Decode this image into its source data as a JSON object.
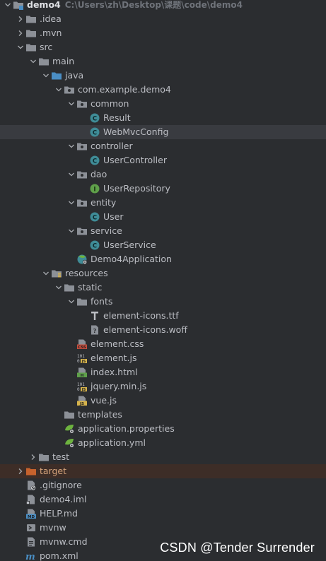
{
  "project": {
    "name": "demo4",
    "path": "C:\\Users\\zh\\Desktop\\课题\\code\\demo4"
  },
  "tree": [
    {
      "name": "demo4",
      "depth": 0,
      "icon": "module-folder-icon",
      "arrow": "down",
      "root": true
    },
    {
      "name": ".idea",
      "depth": 1,
      "icon": "folder-icon",
      "arrow": "right"
    },
    {
      "name": ".mvn",
      "depth": 1,
      "icon": "folder-icon",
      "arrow": "right"
    },
    {
      "name": "src",
      "depth": 1,
      "icon": "folder-icon",
      "arrow": "down"
    },
    {
      "name": "main",
      "depth": 2,
      "icon": "folder-icon",
      "arrow": "down"
    },
    {
      "name": "java",
      "depth": 3,
      "icon": "source-folder-icon",
      "arrow": "down"
    },
    {
      "name": "com.example.demo4",
      "depth": 4,
      "icon": "package-icon",
      "arrow": "down"
    },
    {
      "name": "common",
      "depth": 5,
      "icon": "package-icon",
      "arrow": "down"
    },
    {
      "name": "Result",
      "depth": 6,
      "icon": "class-icon",
      "arrow": ""
    },
    {
      "name": "WebMvcConfig",
      "depth": 6,
      "icon": "class-icon",
      "arrow": "",
      "selected": true
    },
    {
      "name": "controller",
      "depth": 5,
      "icon": "package-icon",
      "arrow": "down"
    },
    {
      "name": "UserController",
      "depth": 6,
      "icon": "class-icon",
      "arrow": ""
    },
    {
      "name": "dao",
      "depth": 5,
      "icon": "package-icon",
      "arrow": "down"
    },
    {
      "name": "UserRepository",
      "depth": 6,
      "icon": "interface-icon",
      "arrow": ""
    },
    {
      "name": "entity",
      "depth": 5,
      "icon": "package-icon",
      "arrow": "down"
    },
    {
      "name": "User",
      "depth": 6,
      "icon": "class-icon",
      "arrow": ""
    },
    {
      "name": "service",
      "depth": 5,
      "icon": "package-icon",
      "arrow": "down"
    },
    {
      "name": "UserService",
      "depth": 6,
      "icon": "class-icon",
      "arrow": ""
    },
    {
      "name": "Demo4Application",
      "depth": 5,
      "icon": "spring-boot-class-icon",
      "arrow": ""
    },
    {
      "name": "resources",
      "depth": 3,
      "icon": "resources-folder-icon",
      "arrow": "down"
    },
    {
      "name": "static",
      "depth": 4,
      "icon": "folder-icon",
      "arrow": "down"
    },
    {
      "name": "fonts",
      "depth": 5,
      "icon": "folder-icon",
      "arrow": "down"
    },
    {
      "name": "element-icons.ttf",
      "depth": 6,
      "icon": "font-file-icon",
      "arrow": ""
    },
    {
      "name": "element-icons.woff",
      "depth": 6,
      "icon": "unknown-file-icon",
      "arrow": ""
    },
    {
      "name": "element.css",
      "depth": 5,
      "icon": "css-file-icon",
      "arrow": ""
    },
    {
      "name": "element.js",
      "depth": 5,
      "icon": "minified-js-file-icon",
      "arrow": ""
    },
    {
      "name": "index.html",
      "depth": 5,
      "icon": "html-file-icon",
      "arrow": ""
    },
    {
      "name": "jquery.min.js",
      "depth": 5,
      "icon": "minified-js-file-icon",
      "arrow": ""
    },
    {
      "name": "vue.js",
      "depth": 5,
      "icon": "js-file-icon",
      "arrow": ""
    },
    {
      "name": "templates",
      "depth": 4,
      "icon": "folder-icon",
      "arrow": ""
    },
    {
      "name": "application.properties",
      "depth": 4,
      "icon": "spring-config-icon",
      "arrow": ""
    },
    {
      "name": "application.yml",
      "depth": 4,
      "icon": "spring-config-icon",
      "arrow": ""
    },
    {
      "name": "test",
      "depth": 2,
      "icon": "folder-icon",
      "arrow": "right"
    },
    {
      "name": "target",
      "depth": 1,
      "icon": "excluded-folder-icon",
      "arrow": "right",
      "excluded": true
    },
    {
      "name": ".gitignore",
      "depth": 1,
      "icon": "gitignore-file-icon",
      "arrow": ""
    },
    {
      "name": "demo4.iml",
      "depth": 1,
      "icon": "iml-file-icon",
      "arrow": ""
    },
    {
      "name": "HELP.md",
      "depth": 1,
      "icon": "markdown-file-icon",
      "arrow": ""
    },
    {
      "name": "mvnw",
      "depth": 1,
      "icon": "shell-script-icon",
      "arrow": ""
    },
    {
      "name": "mvnw.cmd",
      "depth": 1,
      "icon": "text-file-icon",
      "arrow": ""
    },
    {
      "name": "pom.xml",
      "depth": 1,
      "icon": "maven-pom-icon",
      "arrow": ""
    }
  ],
  "watermark": "CSDN @Tender Surrender",
  "colors": {
    "background": "#2b2d30",
    "selected_row": "#393b40",
    "excluded_row": "#3d2d27",
    "folder": "#8c9097",
    "source_folder": "#4a8ec4",
    "class_icon": "#3f8c97",
    "interface_icon": "#5fa04a",
    "spring_green": "#6db33f",
    "excluded_folder": "#c6622d"
  }
}
